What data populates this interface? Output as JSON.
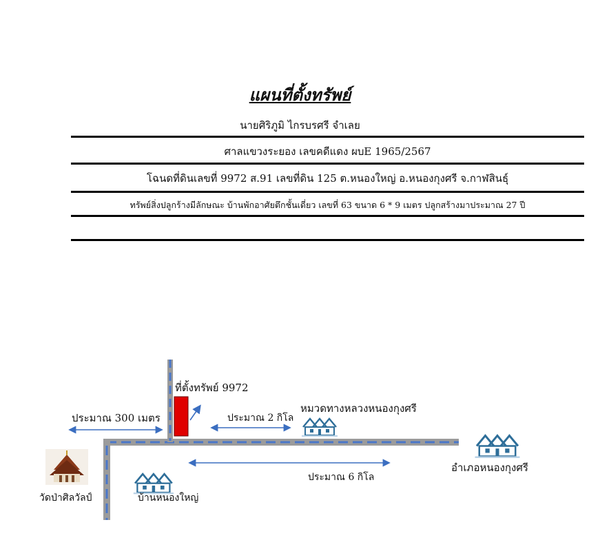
{
  "header": {
    "title": "แผนที่ตั้งทรัพย์",
    "owner": "นายศิริภูมิ ไกรบรศรี  จำเลย",
    "rows": [
      "ศาลแขวงระยอง  เลขคดีแดง ผบE 1965/2567",
      "โฉนดที่ดินเลขที่ 9972 ส.91 เลขที่ดิน 125 ต.หนองใหญ่ อ.หนองกุงศรี จ.กาฬสินธุ์",
      "ทรัพย์สิ่งปลูกร้างมีลักษณะ  บ้านพักอาศัยตึกชั้นเดี่ยว  เลขที่ 63  ขนาด 6 * 9  เมตร  ปลูกสร้างมาประมาณ  27  ปี",
      ""
    ]
  },
  "map": {
    "property_label": "ที่ตั้งทรัพย์ 9972",
    "dist_300m": "ประมาณ 300 เมตร",
    "dist_2km": "ประมาณ 2 กิโล",
    "highway_office": "หมวดทางหลวงหนองกุงศรี",
    "district": "อำเภอหนองกุงศรี",
    "dist_6km": "ประมาณ 6 กิโล",
    "village": "บ้านหนองใหญ่",
    "temple": "วัดป่าศิลวัลป์",
    "colors": {
      "road": "#9b9b9b",
      "dash": "#4a77c9",
      "property": "#e00000",
      "house": "#2e6e99",
      "arrow": "#3b6ec0"
    },
    "icons": [
      "house-icon",
      "temple-icon",
      "arrow-icon"
    ]
  }
}
